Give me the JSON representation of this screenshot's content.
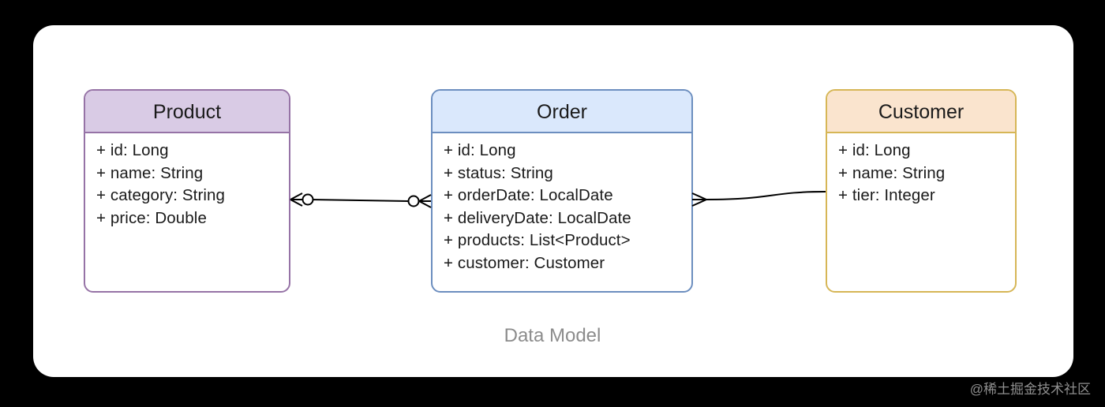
{
  "caption": "Data Model",
  "watermark": "@稀土掘金技术社区",
  "theme": {
    "background": "#000000",
    "card_background": "#ffffff",
    "text_color": "#1a1a1a",
    "caption_color": "#8c8c8c",
    "connector_color": "#000000"
  },
  "classes": [
    {
      "name": "Product",
      "header_fill": "#d9cbe5",
      "border": "#9673a6",
      "attributes": [
        "+ id: Long",
        "+ name: String",
        "+ category: String",
        "+ price: Double"
      ]
    },
    {
      "name": "Order",
      "header_fill": "#dae8fc",
      "border": "#6c8ebf",
      "attributes": [
        "+ id: Long",
        "+ status: String",
        "+ orderDate: LocalDate",
        "+ deliveryDate: LocalDate",
        "+ products: List<Product>",
        "+ customer: Customer"
      ]
    },
    {
      "name": "Customer",
      "header_fill": "#fae4ce",
      "border": "#d6b656",
      "attributes": [
        "+ id: Long",
        "+ name: String",
        "+ tier: Integer"
      ]
    }
  ],
  "relationships": [
    {
      "from": "Product",
      "to": "Order",
      "from_cardinality": "zero-or-many",
      "to_cardinality": "zero-or-many"
    },
    {
      "from": "Order",
      "to": "Customer",
      "from_cardinality": "many",
      "to_cardinality": "one"
    }
  ]
}
